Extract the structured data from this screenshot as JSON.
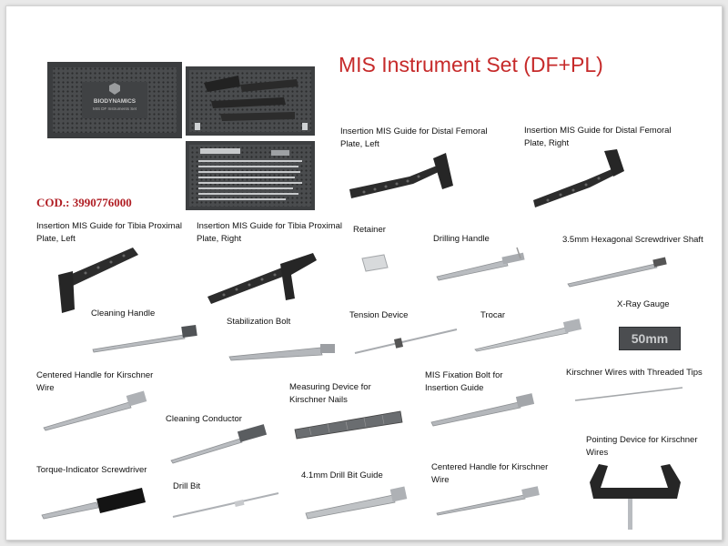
{
  "title": "MIS Instrument Set (DF+PL)",
  "code": "COD.: 3990776000",
  "brand": {
    "logo_text": "BIODYNAMICS",
    "case_subtitle": "MIS DF Instruments Set"
  },
  "colors": {
    "title": "#c62a2a",
    "code": "#b01e24",
    "metal": "#b9bcc0",
    "dark_guide": "#2c2c2c"
  },
  "items": [
    {
      "id": "df-left",
      "label": "Insertion MIS Guide for Distal Femoral Plate, Left"
    },
    {
      "id": "df-right",
      "label": "Insertion MIS Guide for Distal Femoral Plate, Right"
    },
    {
      "id": "tp-left",
      "label": "Insertion MIS Guide for Tibia Proximal Plate, Left"
    },
    {
      "id": "tp-right",
      "label": "Insertion MIS Guide for Tibia Proximal Plate, Right"
    },
    {
      "id": "retainer",
      "label": "Retainer"
    },
    {
      "id": "drilling-handle",
      "label": "Drilling Handle"
    },
    {
      "id": "hex-shaft",
      "label": "3.5mm Hexagonal Screwdriver Shaft"
    },
    {
      "id": "cleaning-handle",
      "label": "Cleaning Handle"
    },
    {
      "id": "stab-bolt",
      "label": "Stabilization Bolt"
    },
    {
      "id": "tension",
      "label": "Tension Device"
    },
    {
      "id": "trocar",
      "label": "Trocar"
    },
    {
      "id": "xray",
      "label": "X-Ray Gauge"
    },
    {
      "id": "centered-1",
      "label": "Centered Handle for Kirschner Wire"
    },
    {
      "id": "cleaning-conductor",
      "label": "Cleaning Conductor"
    },
    {
      "id": "measuring",
      "label": "Measuring Device for Kirschner Nails"
    },
    {
      "id": "mis-bolt",
      "label": "MIS Fixation Bolt for Insertion Guide"
    },
    {
      "id": "kw-threaded",
      "label": "Kirschner Wires with Threaded Tips"
    },
    {
      "id": "torque",
      "label": "Torque-Indicator Screwdriver"
    },
    {
      "id": "drill-bit",
      "label": "Drill Bit"
    },
    {
      "id": "drill-guide",
      "label": "4.1mm Drill Bit Guide"
    },
    {
      "id": "centered-2",
      "label": "Centered Handle for Kirschner Wire"
    },
    {
      "id": "pointing",
      "label": "Pointing Device for Kirschner Wires"
    }
  ],
  "xray_gauge_text": "50mm"
}
